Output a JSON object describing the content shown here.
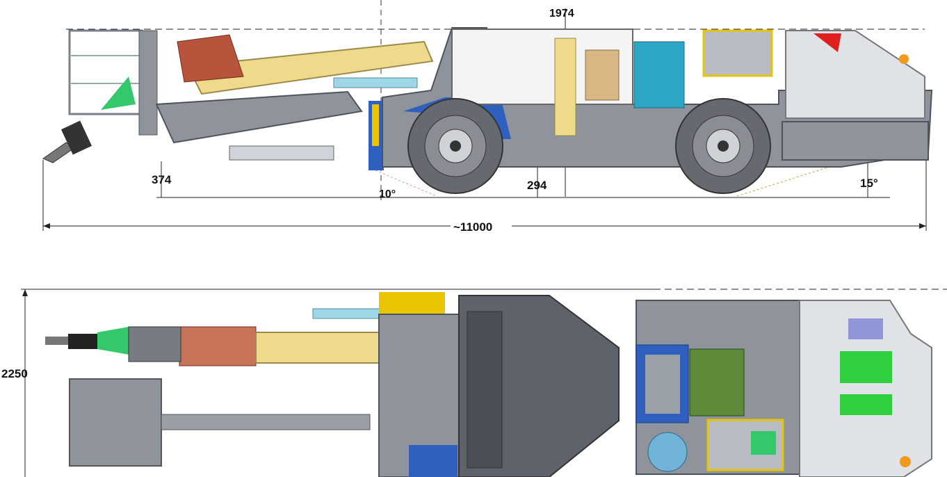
{
  "dimensions": {
    "height_label": "1974",
    "front_clearance_label": "374",
    "ground_clearance_label": "294",
    "approach_angle_label": "10°",
    "departure_angle_label": "15°",
    "length_label": "~11000",
    "width_label": "2250"
  },
  "colors": {
    "body_gray": "#8e939c",
    "dark_gray": "#5e636b",
    "boom_yellow": "#efd98a",
    "boom_red": "#b8533c",
    "chisel_green": "#35c86a",
    "cabin_blue": "#2f5fbf",
    "panel_yellow": "#e9c400",
    "engine_cyan": "#2ca6c4",
    "tire_gray": "#666a70",
    "beacon_orange": "#f39a1e",
    "lamp_red": "#e02020"
  }
}
